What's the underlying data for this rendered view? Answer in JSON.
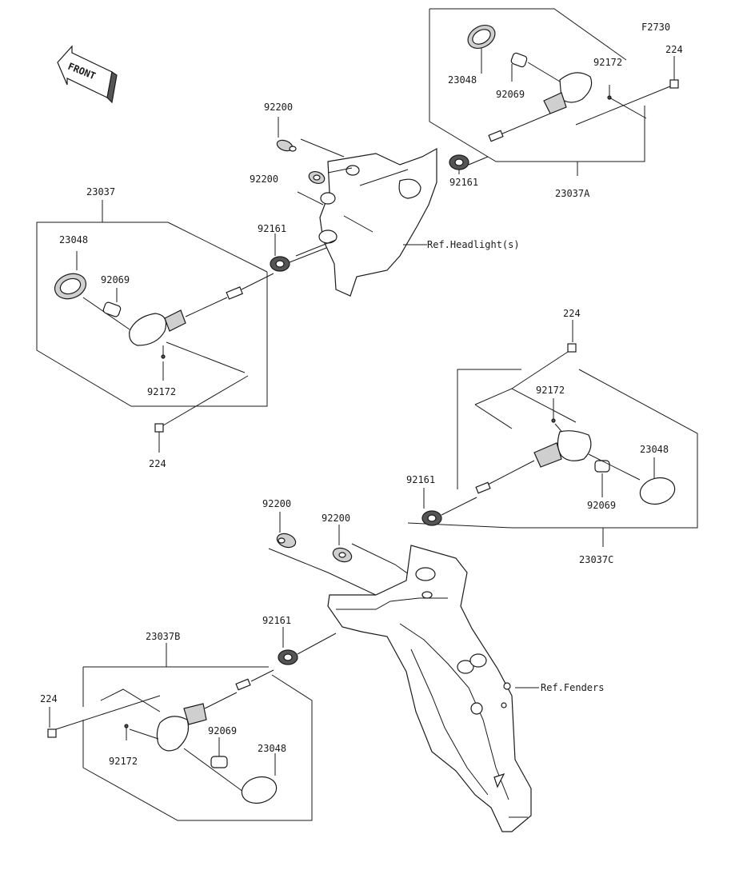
{
  "diagram": {
    "figure_code": "F2730",
    "front_label": "FRONT",
    "ref_headlight": "Ref.Headlight(s)",
    "ref_fenders": "Ref.Fenders",
    "top_right": {
      "assembly": "23037A",
      "lens": "23048",
      "bulb": "92069",
      "screw": "92172",
      "bolt": "224",
      "grommet": "92161"
    },
    "left_middle": {
      "assembly": "23037",
      "lens": "23048",
      "bulb": "92069",
      "screw": "92172",
      "bolt": "224",
      "grommet": "92161"
    },
    "right_middle": {
      "assembly": "23037C",
      "lens": "23048",
      "bulb": "92069",
      "screw": "92172",
      "bolt": "224",
      "grommet": "92161"
    },
    "bottom_left": {
      "assembly": "23037B",
      "lens": "23048",
      "bulb": "92069",
      "screw": "92172",
      "bolt": "224",
      "grommet": "92161"
    },
    "washers": {
      "upper_1": "92200",
      "upper_2": "92200",
      "lower_1": "92200",
      "lower_2": "92200"
    }
  }
}
